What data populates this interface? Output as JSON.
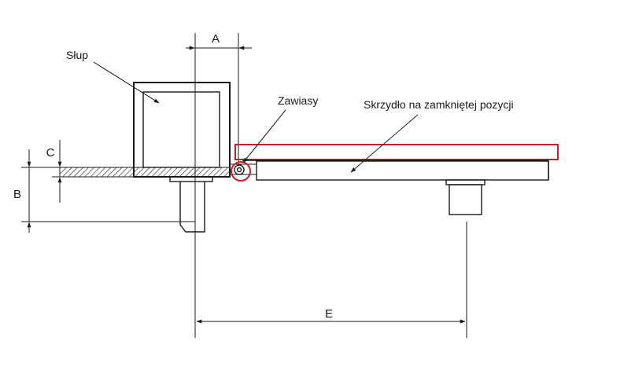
{
  "labels": {
    "post": "Słup",
    "hinges": "Zawiasy",
    "leaf_closed": "Skrzydło na zamkniętej pozycji"
  },
  "dimensions": {
    "a": "A",
    "b": "B",
    "c": "C",
    "e": "E"
  },
  "colors": {
    "line": "#1a1a1a",
    "highlight": "#c8202a",
    "hatch": "#1a1a1a"
  }
}
